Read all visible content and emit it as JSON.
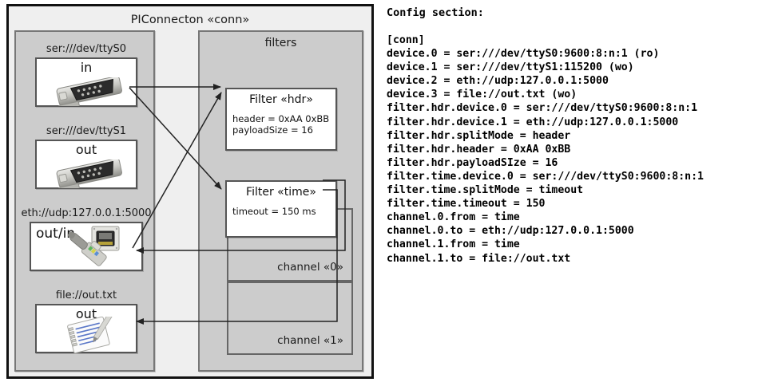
{
  "diagram": {
    "outer_title": "PIConnecton «conn»",
    "devices_panel": {
      "groups": [
        {
          "label": "ser:///dev/ttyS0",
          "direction": "in",
          "icon": "serial-port-icon"
        },
        {
          "label": "ser:///dev/ttyS1",
          "direction": "out",
          "icon": "serial-port-icon"
        },
        {
          "label": "eth://udp:127.0.0.1:5000",
          "direction": "out/in",
          "icon": "ethernet-jack-icon"
        },
        {
          "label": "file://out.txt",
          "direction": "out",
          "icon": "text-file-icon"
        }
      ]
    },
    "filters_panel": {
      "title": "filters",
      "filters": [
        {
          "title": "Filter «hdr»",
          "props": [
            "header = 0xAA 0xBB",
            "payloadSize = 16"
          ]
        },
        {
          "title": "Filter «time»",
          "props": [
            "timeout = 150 ms"
          ]
        }
      ],
      "channels": [
        {
          "label": "channel «0»"
        },
        {
          "label": "channel «1»"
        }
      ]
    },
    "colors": {
      "outer_fill": "#efefef",
      "outer_border": "#111111",
      "panel_fill": "#cccccc",
      "panel_border": "#777777",
      "box_fill": "#ffffff",
      "box_border": "#555555",
      "edge": "#222222"
    }
  },
  "config": {
    "heading": "Config section:",
    "lines": [
      "[conn]",
      "device.0 = ser:///dev/ttyS0:9600:8:n:1 (ro)",
      "device.1 = ser:///dev/ttyS1:115200 (wo)",
      "device.2 = eth://udp:127.0.0.1:5000",
      "device.3 = file://out.txt (wo)",
      "filter.hdr.device.0 = ser:///dev/ttyS0:9600:8:n:1",
      "filter.hdr.device.1 = eth://udp:127.0.0.1:5000",
      "filter.hdr.splitMode = header",
      "filter.hdr.header = 0xAA 0xBB",
      "filter.hdr.payloadSIze = 16",
      "filter.time.device.0 = ser:///dev/ttyS0:9600:8:n:1",
      "filter.time.splitMode = timeout",
      "filter.time.timeout = 150",
      "channel.0.from = time",
      "channel.0.to = eth://udp:127.0.0.1:5000",
      "channel.1.from = time",
      "channel.1.to = file://out.txt"
    ]
  }
}
